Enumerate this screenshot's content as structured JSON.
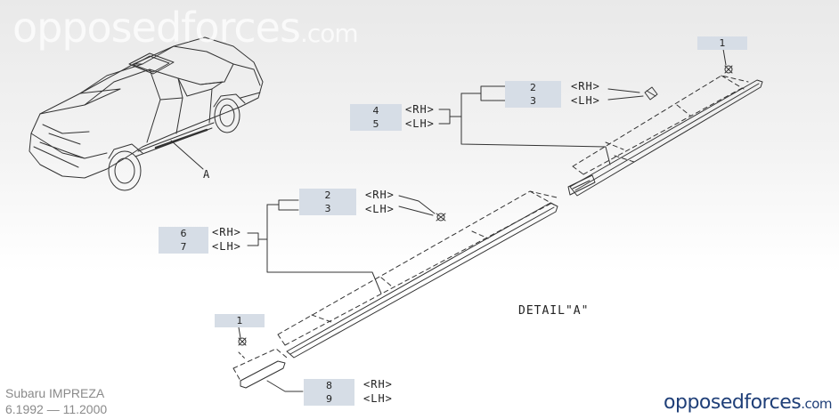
{
  "watermark": {
    "name": "opposedforces",
    "suffix": ".com"
  },
  "vehicle": {
    "model": "Subaru IMPREZA",
    "years": "6.1992 — 11.2000"
  },
  "brand": {
    "name": "opposedforces",
    "suffix": ".com",
    "color": "#1f3f78"
  },
  "view_label": "A",
  "detail_label": "DETAIL\"A\"",
  "side_labels": {
    "rh": "<RH>",
    "lh": "<LH>"
  },
  "callouts": {
    "top_clip": "1",
    "front_molding": [
      "2",
      "3"
    ],
    "front_door_molding": [
      "4",
      "5"
    ],
    "rear_molding_cap": [
      "2",
      "3"
    ],
    "rear_door_molding": [
      "6",
      "7"
    ],
    "lower_clip": "1",
    "end_cap": [
      "8",
      "9"
    ]
  },
  "colors": {
    "callout_bg": "#d6dde6",
    "line": "#333333"
  }
}
